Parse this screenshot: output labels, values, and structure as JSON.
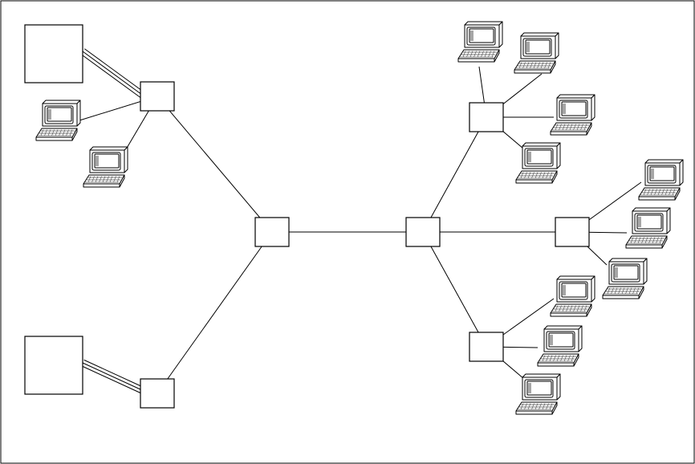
{
  "diagram": {
    "kind": "network-topology",
    "colors": {
      "stroke": "#000000",
      "screen": "#ffffff",
      "background": "#ffffff"
    },
    "icons": {
      "host": "mainframe-host-icon",
      "node": "network-node-icon",
      "terminal": "computer-terminal-icon"
    },
    "hosts": [
      {
        "id": "host-a"
      },
      {
        "id": "host-b"
      }
    ],
    "nodes": [
      {
        "id": "node-1"
      },
      {
        "id": "node-2"
      },
      {
        "id": "node-3"
      },
      {
        "id": "node-4"
      },
      {
        "id": "node-5"
      },
      {
        "id": "node-6"
      },
      {
        "id": "node-7"
      }
    ],
    "terminals": [
      {
        "id": "t1",
        "node": "node-1"
      },
      {
        "id": "t2",
        "node": "node-1"
      },
      {
        "id": "t3",
        "node": "node-5"
      },
      {
        "id": "t4",
        "node": "node-5"
      },
      {
        "id": "t5",
        "node": "node-5"
      },
      {
        "id": "t6",
        "node": "node-5"
      },
      {
        "id": "t7",
        "node": "node-6"
      },
      {
        "id": "t8",
        "node": "node-6"
      },
      {
        "id": "t9",
        "node": "node-6"
      },
      {
        "id": "t10",
        "node": "node-7"
      },
      {
        "id": "t11",
        "node": "node-7"
      },
      {
        "id": "t12",
        "node": "node-7"
      }
    ],
    "trunk_links": [
      {
        "from": "host-a",
        "to": "node-1",
        "lines": 3
      },
      {
        "from": "host-b",
        "to": "node-2",
        "lines": 3
      }
    ],
    "links": [
      {
        "from": "node-1",
        "to": "node-3"
      },
      {
        "from": "node-2",
        "to": "node-3"
      },
      {
        "from": "node-3",
        "to": "node-4"
      },
      {
        "from": "node-4",
        "to": "node-5"
      },
      {
        "from": "node-4",
        "to": "node-6"
      },
      {
        "from": "node-4",
        "to": "node-7"
      }
    ]
  }
}
